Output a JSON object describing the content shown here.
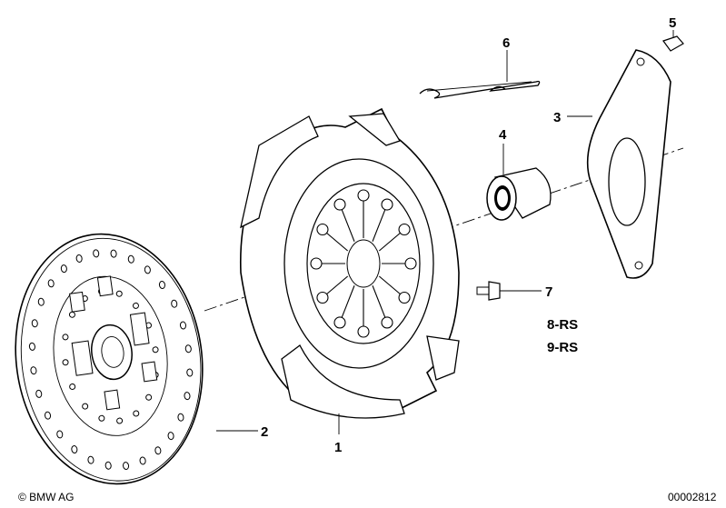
{
  "diagram": {
    "callouts": {
      "p1": "1",
      "p2": "2",
      "p3": "3",
      "p4": "4",
      "p5": "5",
      "p6": "6",
      "p7": "7",
      "p8": "8-RS",
      "p9": "9-RS"
    }
  },
  "footer": {
    "copyright": "© BMW AG",
    "diagram_number": "00002812"
  }
}
